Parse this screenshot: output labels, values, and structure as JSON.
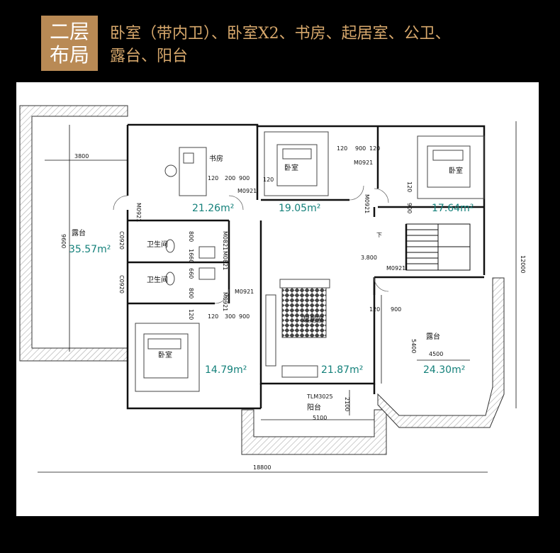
{
  "header": {
    "badge_line1": "二层",
    "badge_line2": "布局",
    "title_line1": "卧室（带内卫）、卧室X2、书房、起居室、公卫、",
    "title_line2": "露台、阳台"
  },
  "rooms": {
    "study": {
      "label": "书房",
      "area": "21.26m²"
    },
    "bedroom_2": {
      "label": "卧室",
      "area": "19.05m²"
    },
    "bedroom_3": {
      "label": "卧室",
      "area": "17.64m²"
    },
    "terrace_left": {
      "label": "露台",
      "area": "35.57m²"
    },
    "wc_1": {
      "label": "卫生间"
    },
    "wc_2": {
      "label": "卫生间"
    },
    "bedroom_1": {
      "label": "卧室",
      "area": "14.79m²"
    },
    "living": {
      "label": "起居室",
      "area": "21.87m²"
    },
    "terrace_right": {
      "label": "露台",
      "area": "24.30m²"
    },
    "balcony": {
      "label": "阳台"
    }
  },
  "doors": {
    "m0921_a": "M0921",
    "m0921_b": "M0921",
    "m0921_c": "M0921",
    "m0921_d": "M0921",
    "m0921_e": "M0921",
    "m0921_f": "M0921",
    "m0921_g": "M0921",
    "m0821_a": "M0821",
    "m0821_b": "M0821",
    "c0920_a": "C0920",
    "c0920_b": "C0920",
    "tlm3025": "TLM3025"
  },
  "dims": {
    "d3800": "3800",
    "d9600": "9600",
    "d12000": "12000",
    "d18800": "18800",
    "d5100": "5100",
    "d2100": "2100",
    "d5400": "5400",
    "d4500": "4500",
    "elev": "3.800",
    "stair_down": "下",
    "d120a": "120",
    "d200": "200",
    "d900a": "900",
    "d120b": "120",
    "d900b": "900",
    "d120c": "120",
    "d120d": "120",
    "d300": "300",
    "d900c": "900",
    "d800a": "800",
    "d1660": "1660",
    "d660": "660",
    "d800b": "800",
    "d120e": "120",
    "d900d": "900",
    "d900e": "900",
    "d120f": "120",
    "d120g": "120",
    "d120h": "120"
  },
  "colors": {
    "badge": "#b98a55",
    "title": "#d7a86c",
    "area_text": "#13807a"
  }
}
